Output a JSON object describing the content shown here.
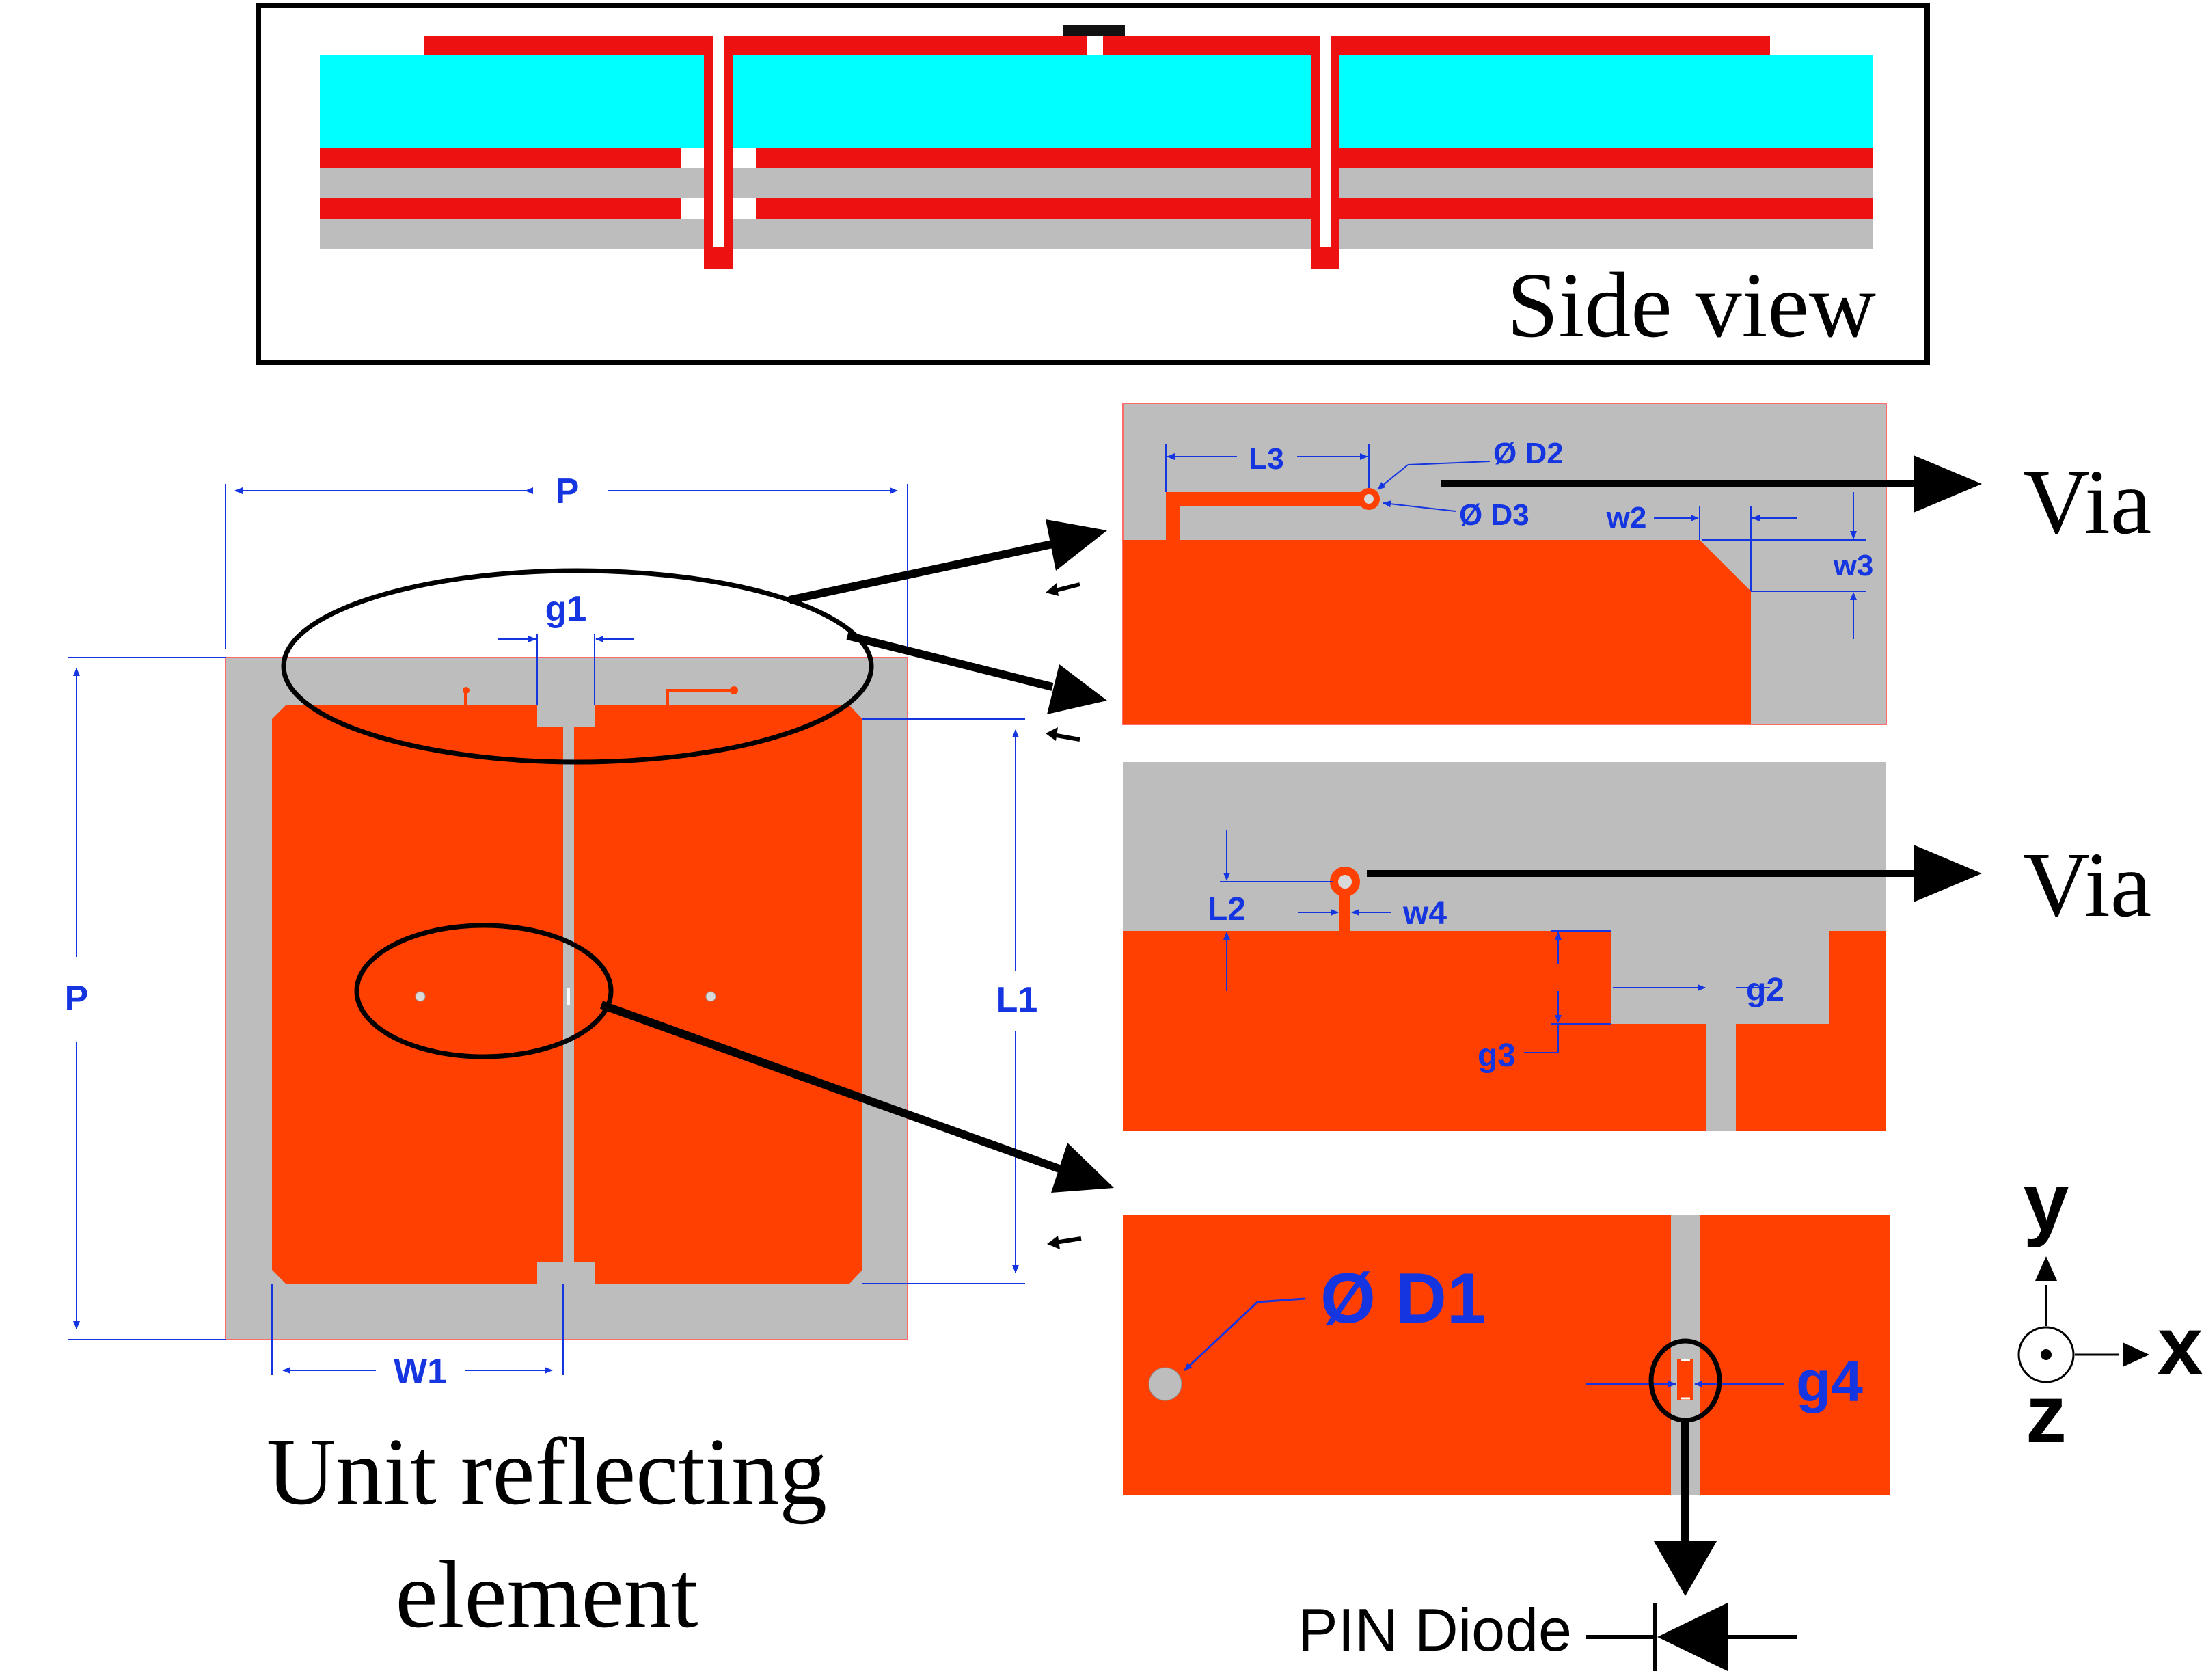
{
  "side_view": {
    "caption": "Side view"
  },
  "unit_cell": {
    "caption_line1": "Unit reflecting",
    "caption_line2": "element",
    "dims": {
      "p_top": "P",
      "p_left": "P",
      "g1": "g1",
      "l1": "L1",
      "w1": "W1"
    }
  },
  "detail_top": {
    "via_label": "Via",
    "dims": {
      "l3": "L3",
      "d2": "Ø D2",
      "d3": "Ø D3",
      "w2": "w2",
      "w3": "w3"
    }
  },
  "detail_middle": {
    "via_label": "Via",
    "dims": {
      "l2": "L2",
      "w4": "w4",
      "g2": "g2",
      "g3": "g3"
    }
  },
  "detail_bottom": {
    "dims": {
      "d1": "Ø D1",
      "g4": "g4"
    },
    "diode_label": "PIN Diode"
  },
  "axes": {
    "y": "y",
    "x": "x",
    "z": "z"
  },
  "colors": {
    "copper": "#ff4000",
    "via_red": "#ee1111",
    "substrate_cyan": "#00ffff",
    "substrate_gray": "#bdbdbd",
    "dimension_blue": "#1535e0"
  }
}
